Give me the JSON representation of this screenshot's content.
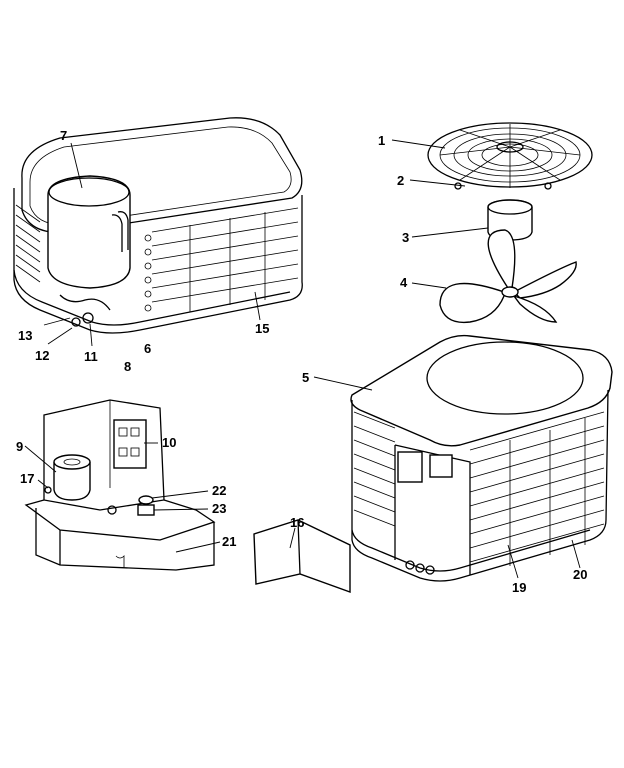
{
  "callouts": {
    "c1": "1",
    "c2": "2",
    "c3": "3",
    "c4": "4",
    "c5": "5",
    "c6": "6",
    "c7": "7",
    "c8": "8",
    "c9": "9",
    "c10": "10",
    "c11": "11",
    "c12": "12",
    "c13": "13",
    "c15": "15",
    "c16": "16",
    "c17": "17",
    "c19": "19",
    "c20": "20",
    "c21": "21",
    "c22": "22",
    "c23": "23"
  }
}
